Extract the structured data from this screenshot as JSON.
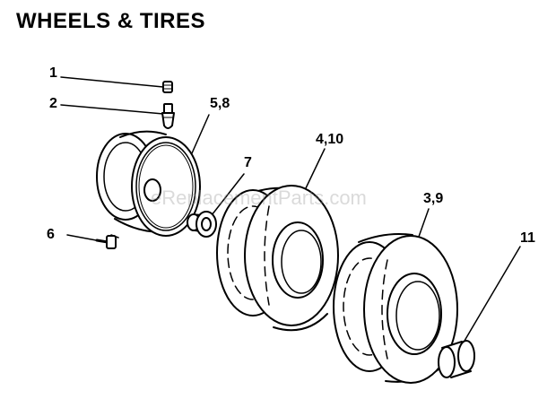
{
  "title": "WHEELS & TIRES",
  "callouts": {
    "c1": "1",
    "c2": "2",
    "c3": "5,8",
    "c4": "7",
    "c5": "4,10",
    "c6": "3,9",
    "c7": "11",
    "c8": "6"
  },
  "watermark": "eReplacementParts.com"
}
